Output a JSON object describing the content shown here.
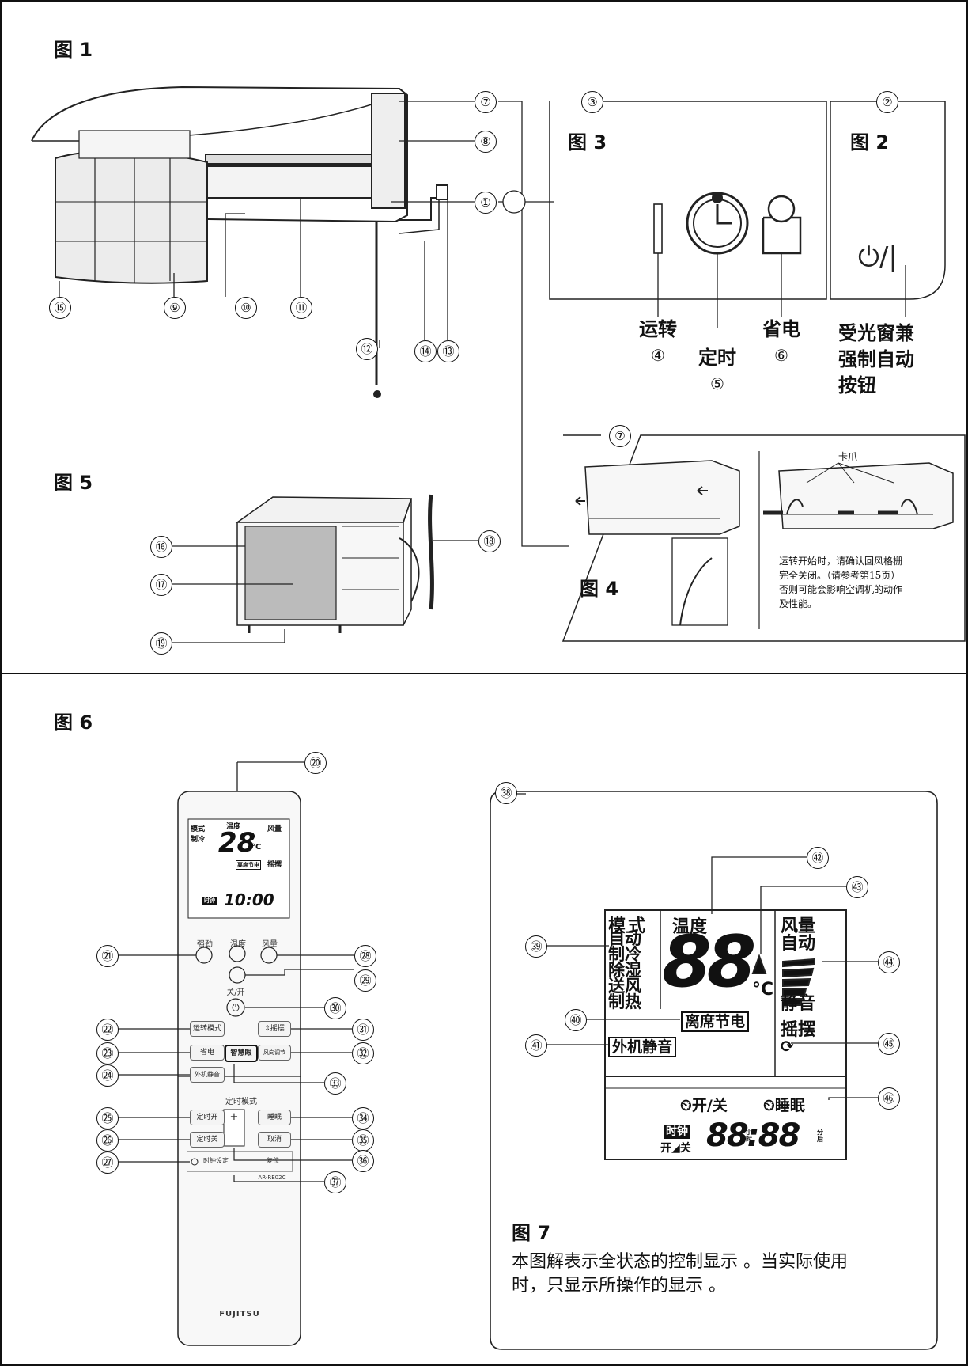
{
  "figures": {
    "fig1": "图 1",
    "fig2": "图 2",
    "fig3": "图 3",
    "fig4": "图 4",
    "fig5": "图 5",
    "fig6": "图 6",
    "fig7": "图 7"
  },
  "callouts": {
    "n1": "①",
    "n2": "②",
    "n3": "③",
    "n4": "④",
    "n5": "⑤",
    "n6": "⑥",
    "n7": "⑦",
    "n8": "⑧",
    "n9": "⑨",
    "n10": "⑩",
    "n11": "⑪",
    "n12": "⑫",
    "n13": "⑬",
    "n14": "⑭",
    "n15": "⑮",
    "n16": "⑯",
    "n17": "⑰",
    "n18": "⑱",
    "n19": "⑲",
    "n20": "⑳",
    "n21": "㉑",
    "n22": "㉒",
    "n23": "㉓",
    "n24": "㉔",
    "n25": "㉕",
    "n26": "㉖",
    "n27": "㉗",
    "n28": "㉘",
    "n29": "㉙",
    "n30": "㉚",
    "n31": "㉛",
    "n32": "㉜",
    "n33": "㉝",
    "n34": "㉞",
    "n35": "㉟",
    "n36": "㊱",
    "n37": "㊲",
    "n38": "㊳",
    "n39": "㊴",
    "n40": "㊵",
    "n41": "㊶",
    "n42": "㊷",
    "n43": "㊸",
    "n44": "㊹",
    "n45": "㊺",
    "n46": "㊻"
  },
  "fig3_labels": {
    "operation": "运转",
    "timer": "定时",
    "economy": "省电"
  },
  "fig2_label": [
    "受光窗兼",
    "强制自动",
    "按钮"
  ],
  "fig2_symbol": "⏻/|",
  "fig4": {
    "claw": "卡爪",
    "note": [
      "运转开始时，请确认回风格栅",
      "完全关闭。（请参考第15页）",
      "否则可能会影响空调机的动作",
      "及性能。"
    ]
  },
  "remote": {
    "lcd": {
      "mode": "模式",
      "cool": "制冷",
      "temp_label": "温度",
      "temp": "28",
      "unit": "°C",
      "fan": "风量",
      "swing": "摇摆",
      "economy": "离席节电",
      "clock_badge": "时钟",
      "clock": "10:00"
    },
    "buttons": {
      "powerful": "强劲",
      "temp": "温度",
      "fan": "风量",
      "onoff": "关/开",
      "mode": "运转模式",
      "swing": "⇕摇摆",
      "economy": "省电",
      "intelligent": "智慧眼",
      "direction": "风向调节",
      "outdoor_quiet": "外机静音",
      "timer_mode": "定时模式",
      "on_timer": "定时开",
      "off_timer": "定时关",
      "plus": "+",
      "minus": "–",
      "sleep": "睡眠",
      "cancel": "取消",
      "clock_set": "时钟设定",
      "reset": "复位",
      "model": "AR-RE02C",
      "brand": "FUJITSU"
    }
  },
  "lcd7": {
    "mode": "模式",
    "modes": [
      "自动",
      "制冷",
      "除湿",
      "送风",
      "制热"
    ],
    "temp_label": "温度",
    "temp": "88",
    "unit": "°C",
    "fan": "风量",
    "fan_auto": "自动",
    "quiet": "静音",
    "swing": "摇摆",
    "economy": "离席节电",
    "outdoor_quiet": "外机静音",
    "onoff": "⏲开/关",
    "sleep": "⏲睡眠",
    "clock_badge": "时钟",
    "on_off_small": "开◢关",
    "time": "88:88",
    "hour": "小时",
    "minute": "分后"
  },
  "fig7_text": [
    "本图解表示全状态的控制显示 。当实际使用",
    "时，只显示所操作的显示 。"
  ]
}
